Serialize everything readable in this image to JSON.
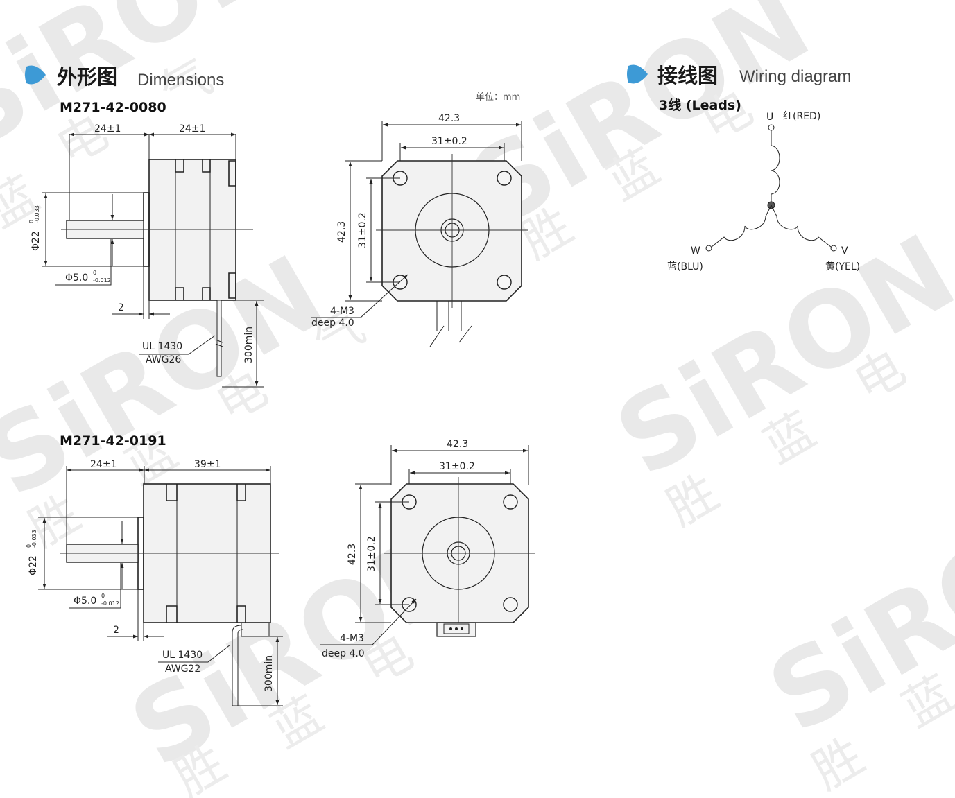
{
  "watermark": {
    "brand": "SiRON",
    "chars": [
      "电",
      "蓝",
      "胜",
      "气"
    ]
  },
  "dimensions_section": {
    "title_cn": "外形图",
    "title_en": "Dimensions",
    "unit": "单位：mm"
  },
  "wiring_section": {
    "title_cn": "接线图",
    "title_en": "Wiring diagram",
    "leads": "3线 (Leads)"
  },
  "motor1": {
    "model": "M271-42-0080",
    "shaft_len": "24±1",
    "body_len": "24±1",
    "pilot_dia": "Φ22",
    "pilot_tol_upper": "0",
    "pilot_tol_lower": "-0.033",
    "shaft_dia": "Φ5.0",
    "shaft_tol_upper": "0",
    "shaft_tol_lower": "-0.012",
    "pilot_depth": "2",
    "cable_ul": "UL 1430",
    "cable_awg": "AWG26",
    "cable_len": "300min",
    "face_width": "42.3",
    "hole_spacing": "31±0.2",
    "face_height": "42.3",
    "hole_spacing_v": "31±0.2",
    "holes": "4-M3",
    "hole_depth": "deep 4.0"
  },
  "motor2": {
    "model": "M271-42-0191",
    "shaft_len": "24±1",
    "body_len": "39±1",
    "pilot_dia": "Φ22",
    "pilot_tol_upper": "0",
    "pilot_tol_lower": "-0.033",
    "shaft_dia": "Φ5.0",
    "shaft_tol_upper": "0",
    "shaft_tol_lower": "-0.012",
    "pilot_depth": "2",
    "cable_ul": "UL 1430",
    "cable_awg": "AWG22",
    "cable_len": "300min",
    "face_width": "42.3",
    "hole_spacing": "31±0.2",
    "face_height": "42.3",
    "hole_spacing_v": "31±0.2",
    "holes": "4-M3",
    "hole_depth": "deep 4.0"
  },
  "wiring": {
    "u_label": "U",
    "u_color": "红(RED)",
    "w_label": "W",
    "w_color": "蓝(BLU)",
    "v_label": "V",
    "v_color": "黄(YEL)"
  }
}
